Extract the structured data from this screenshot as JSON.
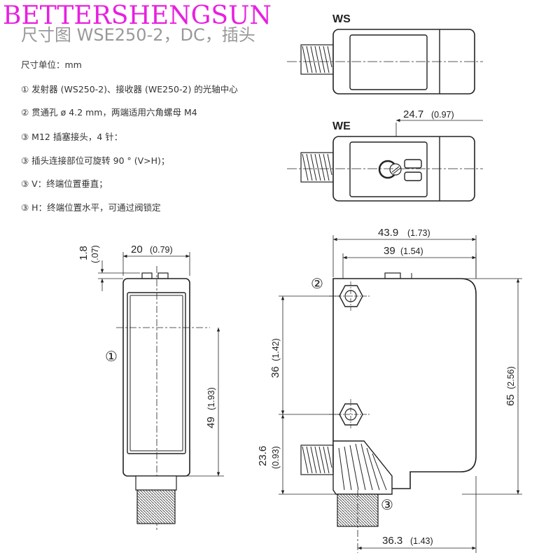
{
  "header": {
    "watermark": "BETTERSHENGSUN",
    "title": "尺寸图 WSE250-2，DC，插头"
  },
  "notes": [
    "尺寸单位：mm",
    "① 发射器 (WS250-2)、接收器 (WE250-2) 的光轴中心",
    "② 贯通孔 ø 4.2 mm，两端适用六角螺母 M4",
    "③ M12 插塞接头，4 针：",
    "③ 插头连接部位可旋转 90 ° (V>H)；",
    "③ V：终端位置垂直；",
    "③ H：终端位置水平，可通过阀锁定"
  ],
  "views": {
    "ws_label": "WS",
    "we_label": "WE"
  },
  "dimensions": {
    "d247": {
      "main": "24.7",
      "sub": "(0.97)"
    },
    "d439": {
      "main": "43.9",
      "sub": "(1.73)"
    },
    "d39": {
      "main": "39",
      "sub": "(1.54)"
    },
    "d20": {
      "main": "20",
      "sub": "(0.79)"
    },
    "d18": {
      "main": "1.8",
      "sub": "(.07)"
    },
    "d36": {
      "main": "36",
      "sub": "(1.42)"
    },
    "d236": {
      "main": "23.6",
      "sub": "(0.93)"
    },
    "d65": {
      "main": "65",
      "sub": "(2.56)"
    },
    "d49": {
      "main": "49",
      "sub": "(1.93)"
    },
    "d363": {
      "main": "36.3",
      "sub": "(1.43)"
    }
  },
  "callouts": {
    "c1": "①",
    "c2": "②",
    "c3": "③"
  },
  "colors": {
    "watermark": "#e81fe0",
    "line": "#222222",
    "title": "#999999"
  }
}
